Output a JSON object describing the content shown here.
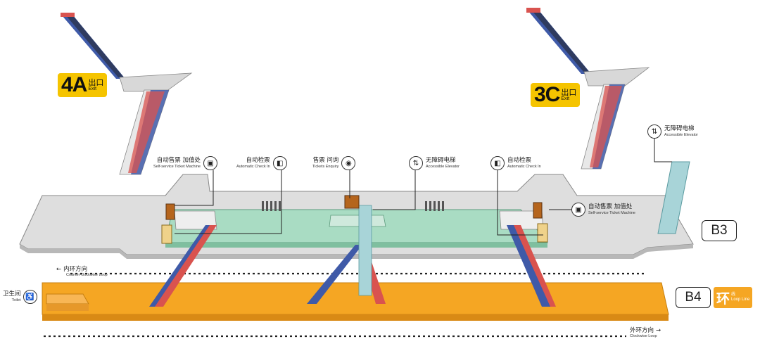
{
  "exits": [
    {
      "code": "4A",
      "zh": "出口",
      "en": "Exit"
    },
    {
      "code": "3C",
      "zh": "出口",
      "en": "Exit"
    }
  ],
  "facilities": {
    "ticket_machine_left": {
      "zh": "自动售票 加值处",
      "en": "Self-service Ticket Machine",
      "icon": "ticket-machine-icon"
    },
    "check_in_left": {
      "zh": "自动检票",
      "en": "Automatic Check In",
      "icon": "gate-icon"
    },
    "enquiry": {
      "zh": "售票 问询",
      "en": "Tickets Enquiry",
      "icon": "enquiry-icon"
    },
    "elevator_center": {
      "zh": "无障碍电梯",
      "en": "Accessible Elevator",
      "icon": "elevator-icon"
    },
    "check_in_right": {
      "zh": "自动检票",
      "en": "Automatic Check In",
      "icon": "gate-icon"
    },
    "ticket_machine_right": {
      "zh": "自动售票 加值处",
      "en": "Self-service Ticket Machine",
      "icon": "ticket-machine-icon"
    },
    "elevator_right": {
      "zh": "无障碍电梯",
      "en": "Accessible Elevator",
      "icon": "elevator-icon"
    },
    "toilet": {
      "zh": "卫生间",
      "en": "Toilet",
      "icon": "toilet-icon"
    }
  },
  "levels": {
    "b3": "B3",
    "b4": "B4"
  },
  "line": {
    "zh": "环",
    "zh_sub": "线",
    "en": "Loop Line",
    "color": "#f5a623"
  },
  "directions": {
    "inner": {
      "zh": "内环方向",
      "en": "Counter-clockwise Loop",
      "arrow": "←"
    },
    "outer": {
      "zh": "外环方向",
      "en": "Clockwise Loop",
      "arrow": "→"
    }
  },
  "colors": {
    "concourse": "#a9dcc3",
    "floor": "#dcdcdc",
    "platform": "#f5a623",
    "exit_badge": "#f5c400",
    "escalator_red": "#d9534f",
    "escalator_blue": "#3f5aa8"
  }
}
